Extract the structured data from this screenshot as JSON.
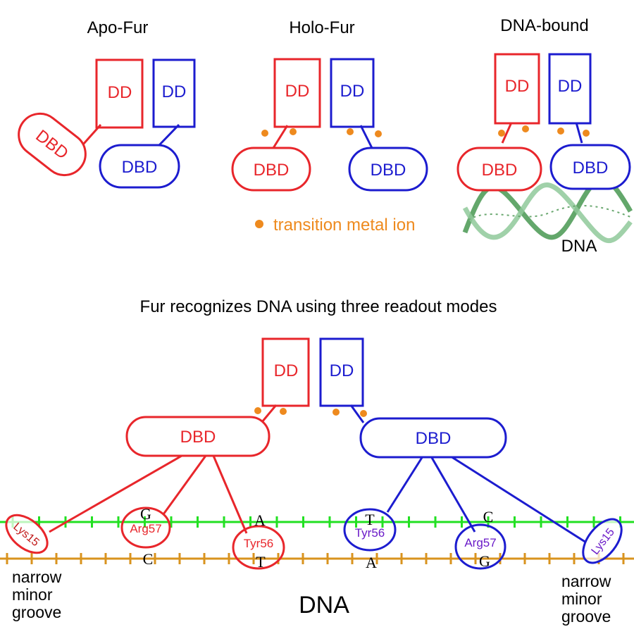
{
  "colors": {
    "red": "#e8262b",
    "blue": "#1c1ccf",
    "ion": "#ee8a1e",
    "green_strand": "#22e022",
    "orange_strand": "#d9931e",
    "dna_helix": "#2f8a3a",
    "text": "#000000"
  },
  "top_panels": {
    "apo_title": "Apo-Fur",
    "holo_title": "Holo-Fur",
    "bound_title": "DNA-bound",
    "dd_label": "DD",
    "dbd_label": "DBD",
    "dna_label": "DNA"
  },
  "legend": {
    "ion_label": "transition metal ion"
  },
  "bottom_panel": {
    "title": "Fur recognizes DNA using three readout modes",
    "dd_label": "DD",
    "dbd_label": "DBD",
    "dna_label": "DNA",
    "residues": {
      "lys15_left": "Lys15",
      "arg57_left": "Arg57",
      "tyr56_left": "Tyr56",
      "tyr56_right": "Tyr56",
      "arg57_right": "Arg57",
      "lys15_right": "Lys15"
    },
    "bases": {
      "g_left_top": "G",
      "c_left_bottom": "C",
      "a_left_top": "A",
      "t_left_bottom": "T",
      "t_right_top": "T",
      "a_right_bottom": "A",
      "c_right_top": "C",
      "g_right_bottom": "G"
    },
    "groove_left": [
      "narrow",
      "minor",
      "groove"
    ],
    "groove_right": [
      "narrow",
      "minor",
      "groove"
    ]
  }
}
